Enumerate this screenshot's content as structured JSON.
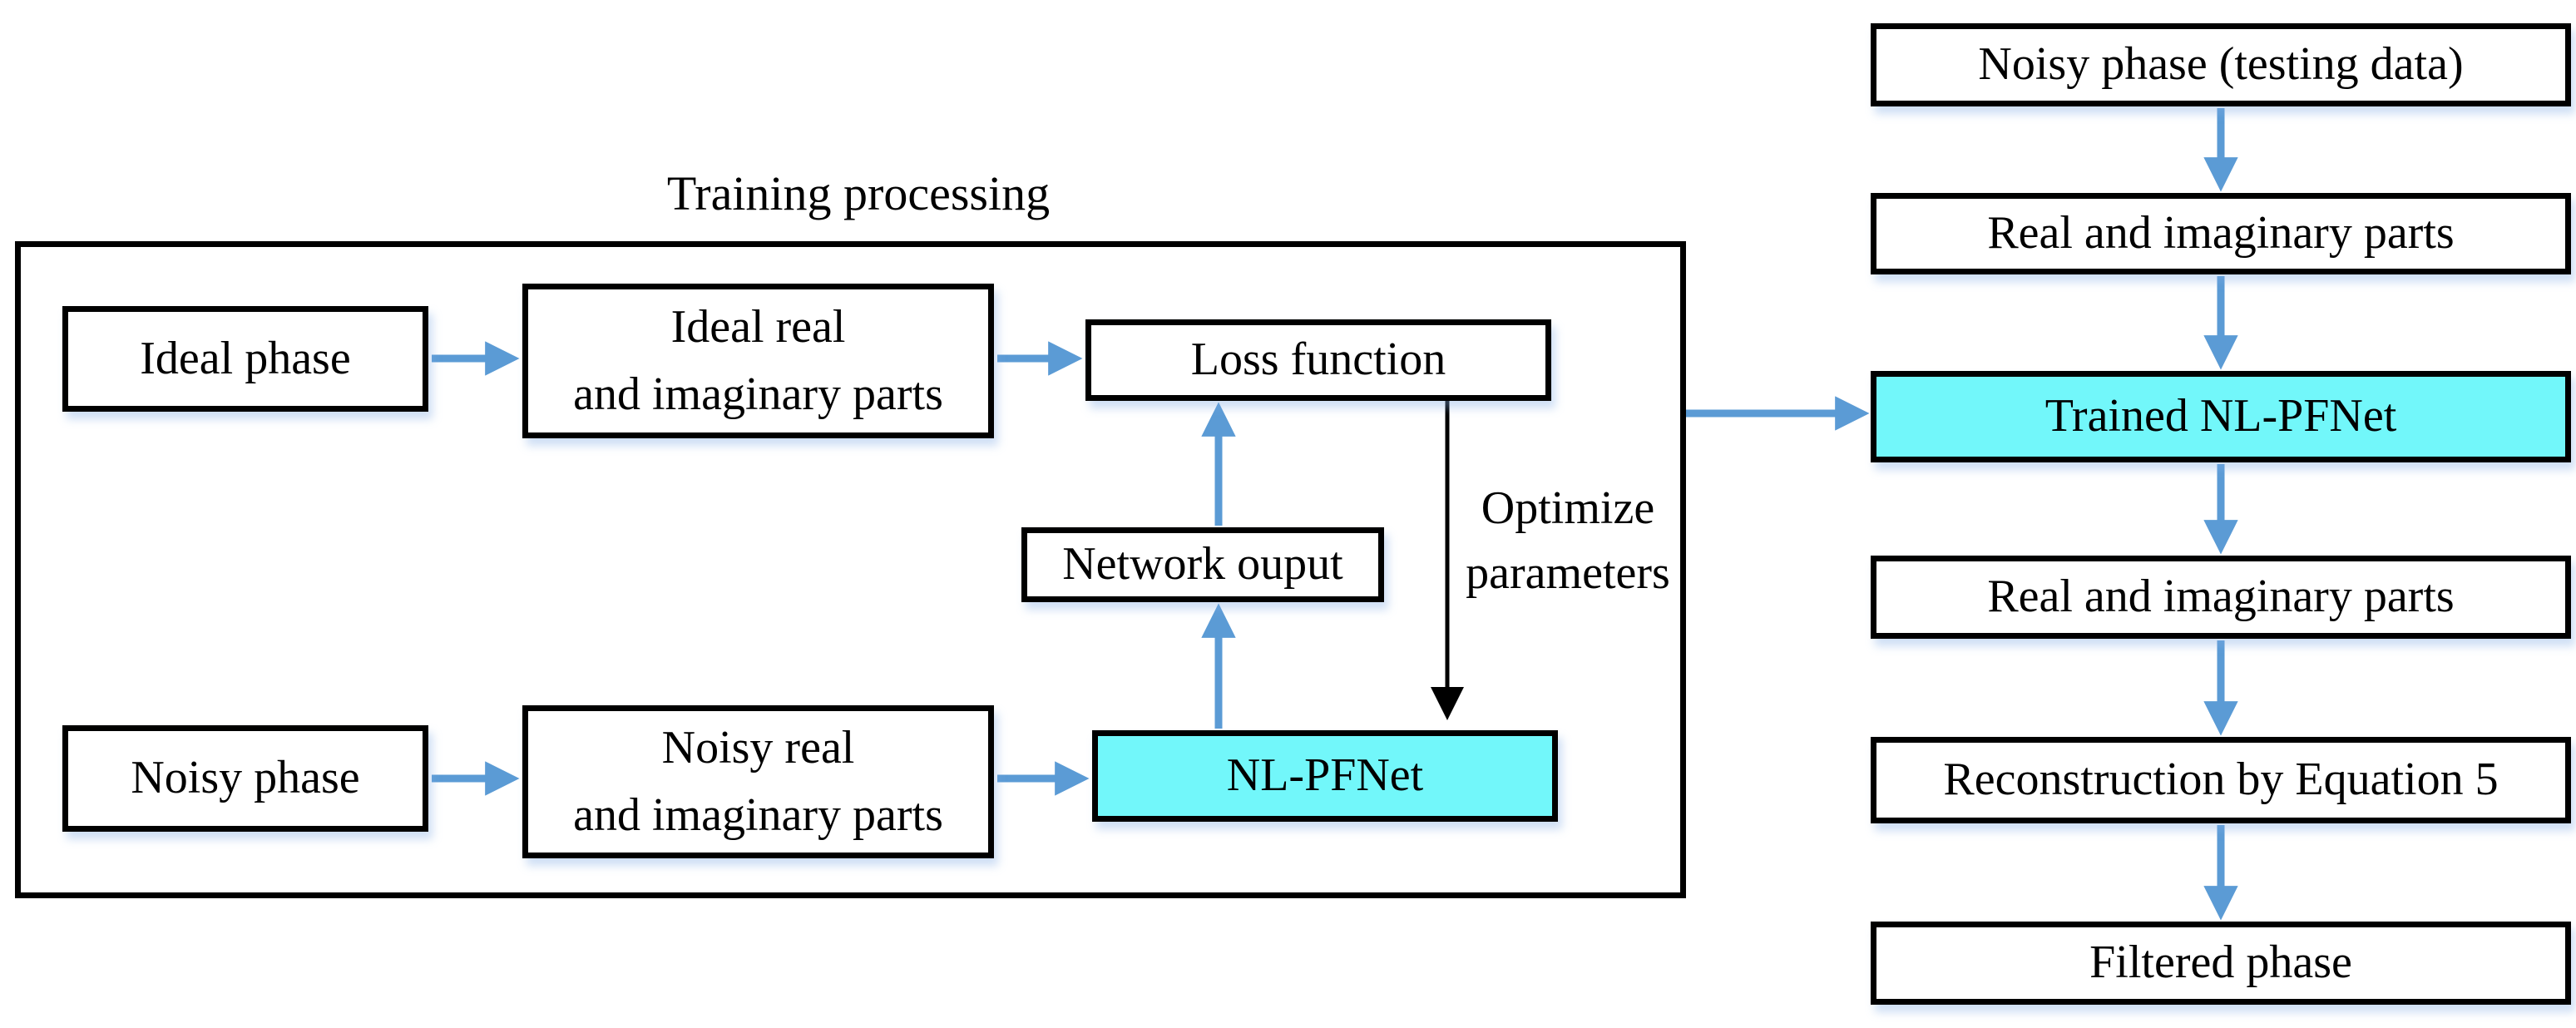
{
  "diagram": {
    "training": {
      "title": "Training processing",
      "nodes": {
        "ideal_phase": "Ideal phase",
        "ideal_parts": "Ideal real\nand imaginary parts",
        "loss_function": "Loss function",
        "network_output": "Network ouput",
        "nl_pfnet": "NL-PFNet",
        "noisy_phase": "Noisy phase",
        "noisy_parts": "Noisy real\nand imaginary parts",
        "optimize_label": "Optimize\nparameters"
      }
    },
    "testing": {
      "nodes": [
        "Noisy phase (testing data)",
        "Real and imaginary parts",
        "Trained NL-PFNet",
        "Real and imaginary parts",
        "Reconstruction by Equation 5",
        "Filtered phase"
      ]
    },
    "colors": {
      "highlight_fill": "#72F7FA",
      "arrow_blue": "#5B9BD5",
      "arrow_black": "#000000",
      "box_border": "#000000",
      "background": "#FFFFFF"
    }
  }
}
